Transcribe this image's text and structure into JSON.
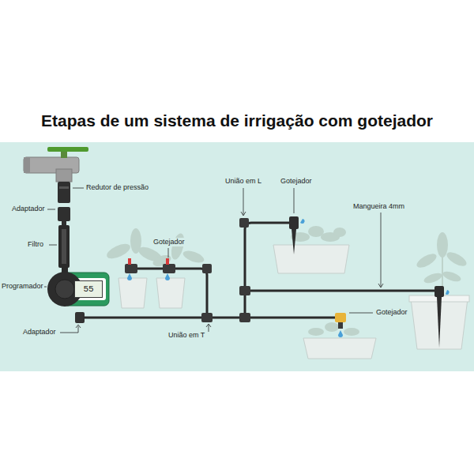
{
  "diagram": {
    "title": "Etapas de um sistema de irrigação com gotejador",
    "nodes": [
      {
        "text": [
          "55"
        ]
      }
    ],
    "labels": [
      "Redutor de pressão",
      "Adaptador",
      "Filtro",
      "Programador",
      "Adaptador",
      "Gotejador",
      "União em T",
      "União em L",
      "Gotejador",
      "Mangueira 4mm",
      "Gotejador"
    ]
  }
}
